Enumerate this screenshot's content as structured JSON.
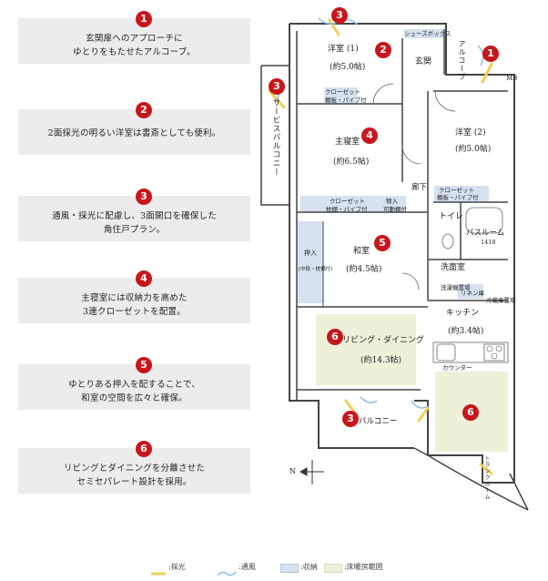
{
  "features": [
    {
      "num": "1",
      "text": "玄関扉へのアプローチに\nゆとりをもたせたアルコーブ。"
    },
    {
      "num": "2",
      "text": "2面採光の明るい洋室は書斎としても便利。"
    },
    {
      "num": "3",
      "text": "通風・採光に配慮し、3面開口を確保した\n角住戸プラン。"
    },
    {
      "num": "4",
      "text": "主寝室には収納力を高めた\n3連クローゼットを配置。"
    },
    {
      "num": "5",
      "text": "ゆとりある押入を配することで、\n和室の空間を広々と確保。"
    },
    {
      "num": "6",
      "text": "リビングとダイニングを分離させた\nセミセパレート設計を採用。"
    }
  ],
  "plan": {
    "rooms": {
      "western1_name": "洋室 (1)",
      "western1_size": "(約5.0帖)",
      "shoebox": "シューズボックス",
      "entrance": "玄関",
      "alcove": "アルコーブ",
      "mb": "MB",
      "service_balcony": "サービスバルコニー",
      "master_name": "主寝室",
      "master_size": "(約6.5帖)",
      "western2_name": "洋室 (2)",
      "western2_size": "(約5.0帖)",
      "hallway": "廊下",
      "toilet": "トイレ",
      "bath": "バスルーム",
      "bath_size": "1418",
      "washroom": "洗面室",
      "japanese_name": "和室",
      "japanese_size": "(約4.5帖)",
      "oshiire": "押入",
      "oshiire_sub": "(中段・枕棚付)",
      "kitchen_name": "キッチン",
      "kitchen_size": "(約3.4帖)",
      "ld_name": "リビング・ダイニング",
      "ld_size": "(約14.3帖)",
      "balcony": "バルコニー",
      "counter": "カウンター",
      "trunk_room": "トランクルーム"
    },
    "storage": {
      "closet1": "クローゼット",
      "closet1_sub": "棚板・パイプ付",
      "closet_master": "クローゼット",
      "closet_master_sub": "枕棚・パイプ付",
      "closet_w2": "クローゼット",
      "closet_w2_sub": "棚板・パイプ付",
      "storage_master": "物入",
      "storage_master_sub": "可動棚付",
      "linen": "洗濯機置場",
      "fridge": "冷蔵庫置場",
      "linen_closet": "リネン庫"
    },
    "markers": {
      "m1_top": "3",
      "m2": "2",
      "m3_left": "3",
      "m1_right": "1",
      "m4": "4",
      "m5": "5",
      "m6_ld": "6",
      "m3_balcony": "3",
      "m6_dining": "6"
    },
    "north": "N"
  },
  "legend": {
    "light": ":採光",
    "wind": ":通風",
    "storage": ":収納",
    "floor_heating": ":床暖房範囲"
  },
  "colors": {
    "badge": "#c8161d",
    "panel": "#ececec",
    "storage": "#d6e2f0",
    "floor_heating": "#eef0d8",
    "light_arrow": "#f2cf57",
    "wind_arrow": "#8fbde6",
    "wall": "#444444"
  }
}
